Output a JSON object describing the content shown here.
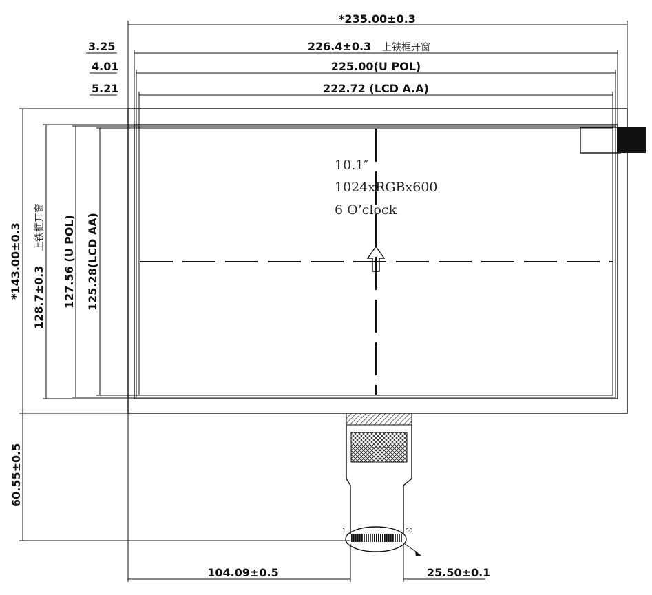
{
  "dimensions": {
    "overall_width": "*235.00±0.3",
    "top_frame_width": "226.4±0.3",
    "top_frame_note": "上铁框开窗",
    "pol_width": "225.00(U POL)",
    "aa_width": "222.72  (LCD A.A)",
    "offset_frame": "3.25",
    "offset_pol": "4.01",
    "offset_aa": "5.21",
    "overall_height": "*143.00±0.3",
    "top_frame_height": "128.7±0.3",
    "top_frame_height_note": "上铁框开窗",
    "pol_height": "127.56 (U POL)",
    "aa_height": "125.28(LCD AA)",
    "fpc_length": "60.55±0.5",
    "fpc_offset": "104.09±0.5",
    "fpc_width": "25.50±0.1"
  },
  "display": {
    "size": "10.1″",
    "resolution": "1024xRGBx600",
    "viewing": "6 O’clock"
  },
  "connector": {
    "pin_first": "1",
    "pin_last": "50"
  }
}
